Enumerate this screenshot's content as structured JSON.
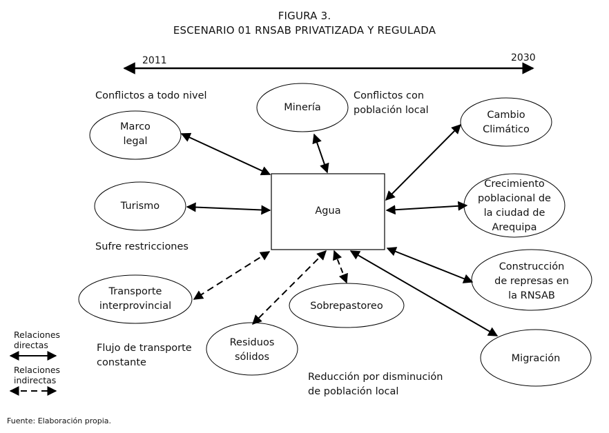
{
  "figure": {
    "number": "FIGURA 3.",
    "title": "ESCENARIO 01 RNSAB PRIVATIZADA Y REGULADA"
  },
  "timeline": {
    "start": "2011",
    "end": "2030"
  },
  "center": {
    "label": "Agua"
  },
  "nodes": {
    "marco_legal": "Marco\nlegal",
    "mineria": "Minería",
    "cambio_climatico": "Cambio\nClimático",
    "turismo": "Turismo",
    "crecimiento": "Crecimiento\npoblacional de\nla ciudad de\nArequipa",
    "construccion": "Construcción\nde represas en\nla RNSAB",
    "transporte": "Transporte\ninterprovincial",
    "sobrepastoreo": "Sobrepastoreo",
    "residuos": "Residuos\nsólidos",
    "migracion": "Migración"
  },
  "notes": {
    "conflictos_todo_nivel": "Conflictos a todo nivel",
    "conflictos_poblacion": "Conflictos con\npoblación local",
    "sufre_restricciones": "Sufre restricciones",
    "flujo_transporte": "Flujo de transporte\nconstante",
    "reduccion_poblacion": "Reducción por disminución\nde población local"
  },
  "legend": {
    "direct": "Relaciones\ndirectas",
    "indirect": "Relaciones\nindirectas"
  },
  "source": "Fuente: Elaboración propia.",
  "relations": [
    {
      "node": "marco_legal",
      "type": "direct"
    },
    {
      "node": "mineria",
      "type": "direct"
    },
    {
      "node": "cambio_climatico",
      "type": "direct"
    },
    {
      "node": "turismo",
      "type": "direct"
    },
    {
      "node": "crecimiento",
      "type": "direct"
    },
    {
      "node": "construccion",
      "type": "direct"
    },
    {
      "node": "transporte",
      "type": "indirect"
    },
    {
      "node": "sobrepastoreo",
      "type": "indirect"
    },
    {
      "node": "residuos",
      "type": "indirect"
    },
    {
      "node": "migracion",
      "type": "direct"
    }
  ],
  "colors": {
    "stroke": "#000000",
    "text": "#111111",
    "background": "#ffffff"
  }
}
